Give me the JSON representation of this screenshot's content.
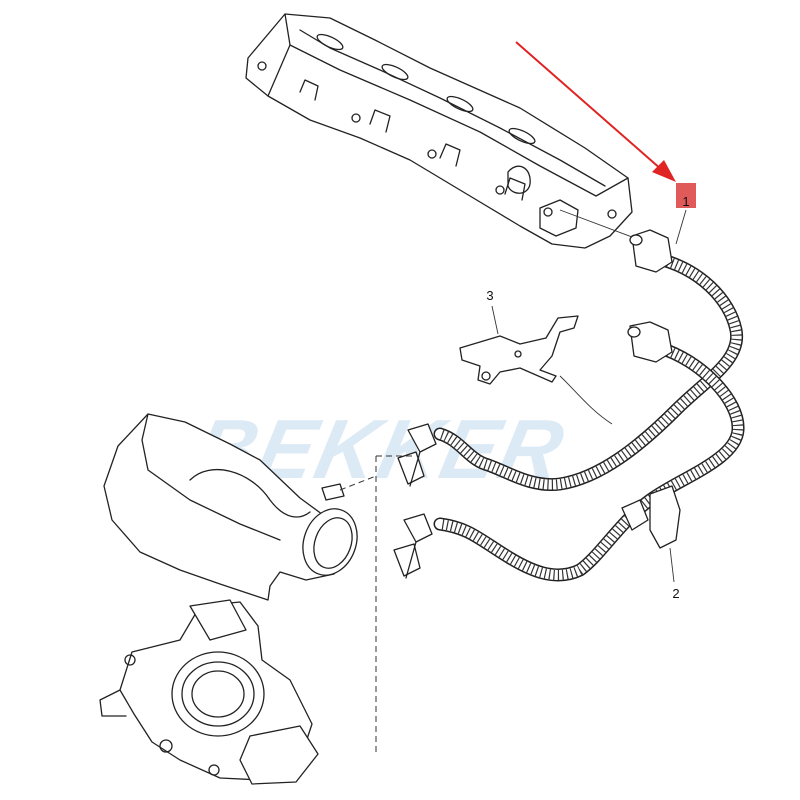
{
  "watermark": "BEKKER",
  "callouts": [
    {
      "id": "1",
      "label": "1",
      "highlight": true
    },
    {
      "id": "2",
      "label": "2",
      "highlight": false
    },
    {
      "id": "3",
      "label": "3",
      "highlight": false
    }
  ],
  "colors": {
    "highlight": "#e05a5a",
    "arrow": "#e02424",
    "watermark": "#9cc3e6",
    "line": "#222222"
  },
  "icons": {
    "pointer": "red-arrow-icon"
  }
}
